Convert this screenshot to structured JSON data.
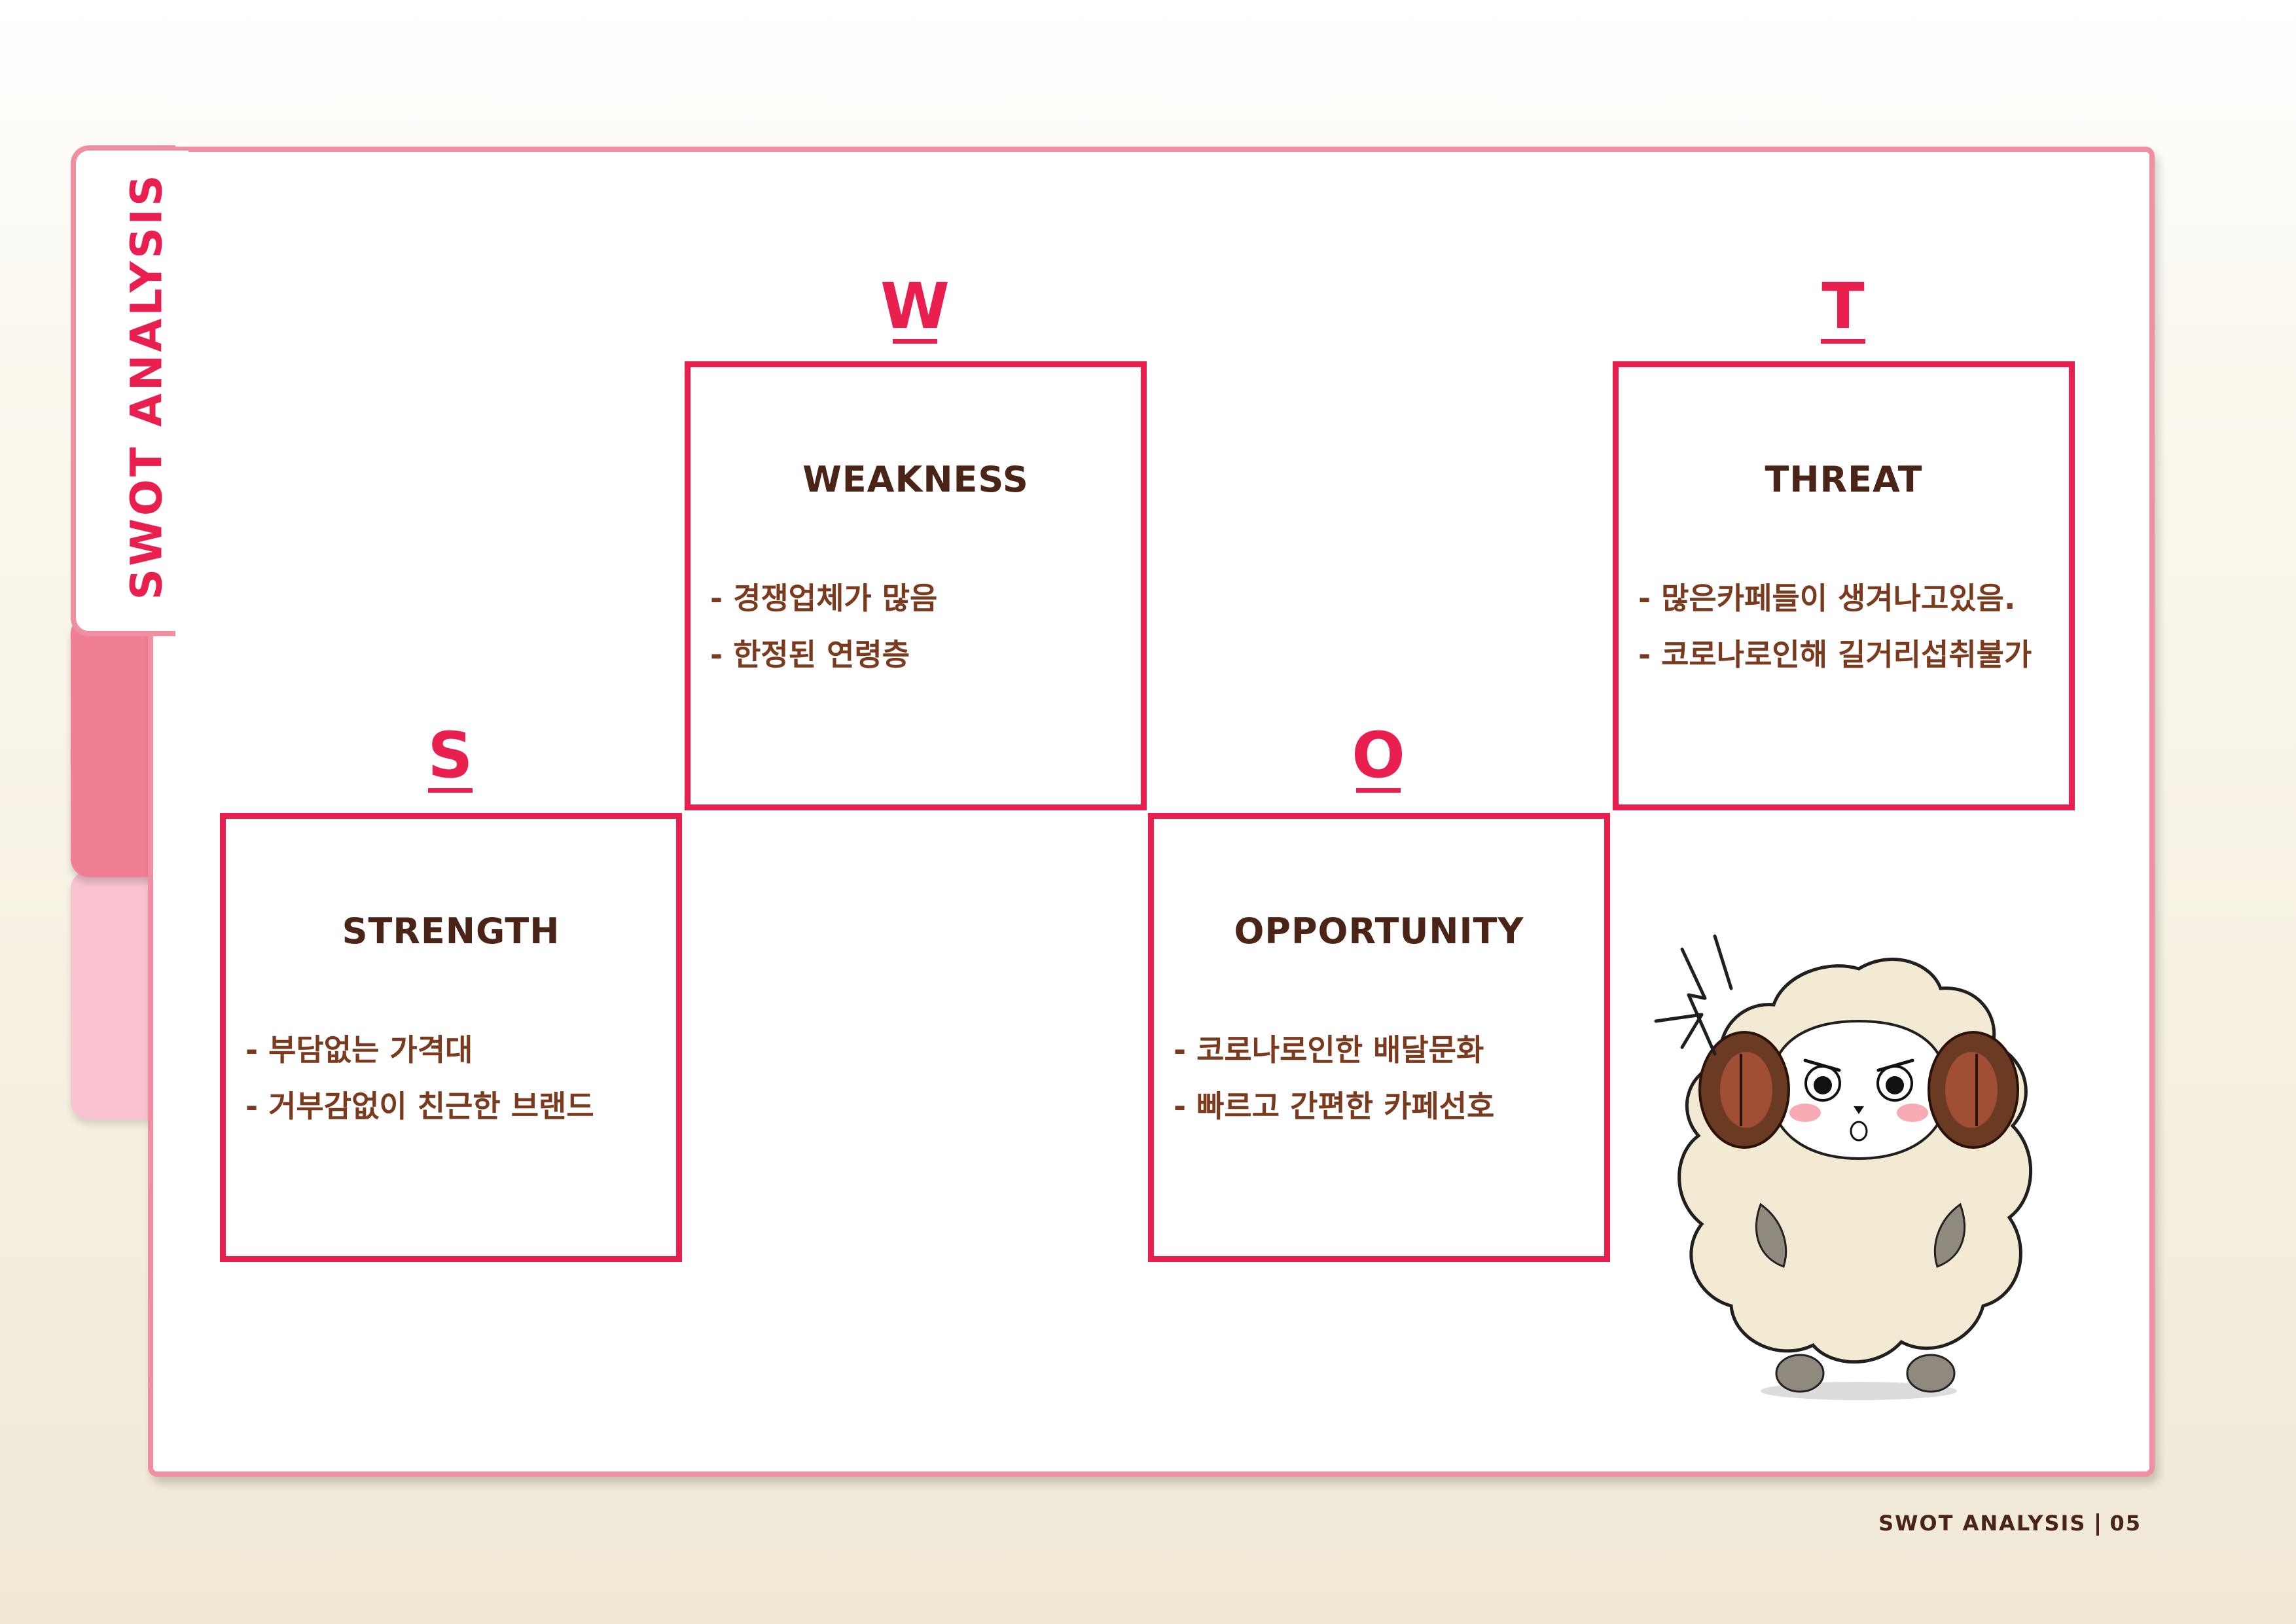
{
  "side_tab": {
    "label": "SWOT ANALYSIS"
  },
  "swot": {
    "s": {
      "letter": "S",
      "title": "STRENGTH",
      "items": [
        "- 부담없는 가격대",
        "- 거부감없이 친근한 브랜드"
      ]
    },
    "w": {
      "letter": "W",
      "title": "WEAKNESS",
      "items": [
        "- 경쟁업체가 많음",
        "- 한정된 연령층"
      ]
    },
    "o": {
      "letter": "O",
      "title": "OPPORTUNITY",
      "items": [
        "- 코로나로인한 배달문화",
        "- 빠르고 간편한 카페선호"
      ]
    },
    "t": {
      "letter": "T",
      "title": "THREAT",
      "items": [
        "- 많은카페들이 생겨나고있음.",
        "- 코로나로인해 길거리섭취불가"
      ]
    }
  },
  "footer": {
    "section": "SWOT ANALYSIS",
    "page_number": "05"
  },
  "colors": {
    "accent": "#e9204f",
    "tab_border": "#f08ea2",
    "text_dark": "#4a2417",
    "text_brown": "#7a3a1e"
  },
  "icons": [
    "sheep-mascot-illustration"
  ]
}
